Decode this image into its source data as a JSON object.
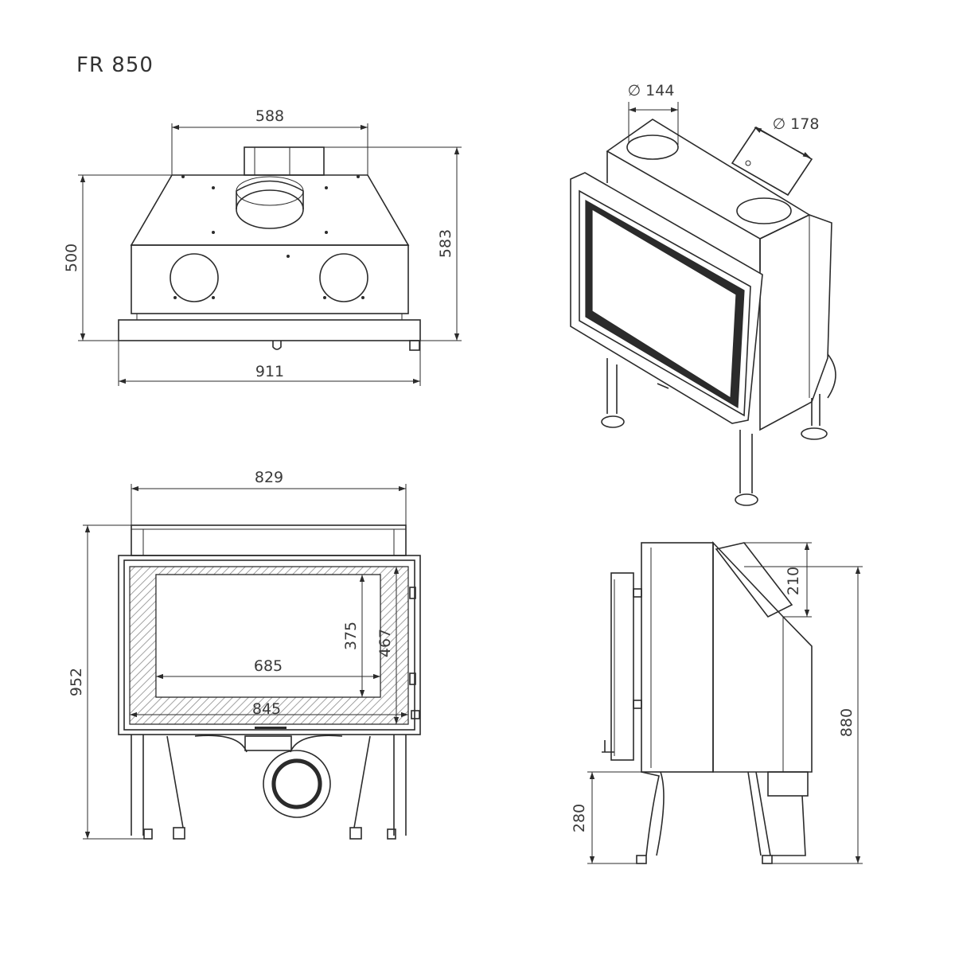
{
  "model": "FR 850",
  "top_view": {
    "width_top": "588",
    "height_body": "500",
    "height_total": "583",
    "width_total": "911"
  },
  "iso_view": {
    "flue_top": "∅ 144",
    "flue_side": "∅ 178"
  },
  "front_view": {
    "width_top": "829",
    "height_total": "952",
    "glass_height": "375",
    "frame_height": "467",
    "glass_width": "685",
    "frame_width": "845"
  },
  "side_view": {
    "flue_offset": "210",
    "height_total": "880",
    "leg_height": "280"
  }
}
